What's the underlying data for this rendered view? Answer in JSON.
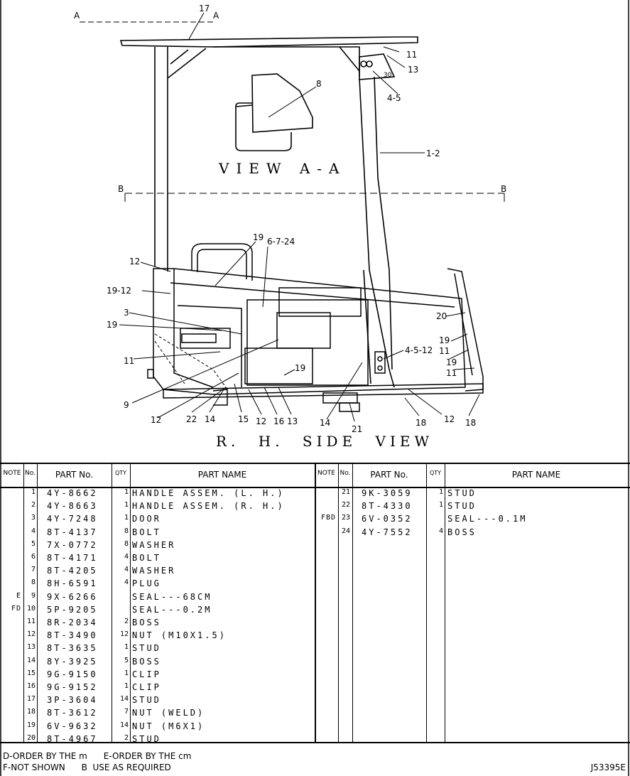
{
  "drawing": {
    "view_aa_label": "VIEW A-A",
    "section_a_left": "A",
    "section_a_right": "A",
    "section_b_left": "B",
    "section_b_right": "B",
    "rh_view_label": "R. H.  SIDE  VIEW",
    "callouts": [
      "17",
      "11",
      "13",
      "30",
      "4-5",
      "8",
      "1-2",
      "19",
      "6-7-24",
      "12",
      "19-12",
      "3",
      "19",
      "11",
      "9",
      "12",
      "22",
      "14",
      "15",
      "12",
      "16",
      "13",
      "19",
      "14",
      "21",
      "18",
      "12",
      "18",
      "4-5-12",
      "20",
      "19",
      "11",
      "19",
      "11"
    ]
  },
  "table": {
    "headers": {
      "note": "NOTE",
      "no": "No.",
      "part_no": "PART No.",
      "qty": "QTY",
      "part_name": "PART NAME"
    },
    "left_rows": [
      {
        "note": "",
        "no": "1",
        "part_no": "4Y-8662",
        "qty": "1",
        "name": "HANDLE ASSEM. (L. H.)"
      },
      {
        "note": "",
        "no": "2",
        "part_no": "4Y-8663",
        "qty": "1",
        "name": "HANDLE ASSEM. (R. H.)"
      },
      {
        "note": "",
        "no": "3",
        "part_no": "4Y-7248",
        "qty": "1",
        "name": "DOOR"
      },
      {
        "note": "",
        "no": "4",
        "part_no": "8T-4137",
        "qty": "8",
        "name": "BOLT"
      },
      {
        "note": "",
        "no": "5",
        "part_no": "7X-0772",
        "qty": "8",
        "name": "WASHER"
      },
      {
        "note": "",
        "no": "6",
        "part_no": "8T-4171",
        "qty": "4",
        "name": "BOLT"
      },
      {
        "note": "",
        "no": "7",
        "part_no": "8T-4205",
        "qty": "4",
        "name": "WASHER"
      },
      {
        "note": "",
        "no": "8",
        "part_no": "8H-6591",
        "qty": "4",
        "name": "PLUG"
      },
      {
        "note": "E",
        "no": "9",
        "part_no": "9X-6266",
        "qty": "",
        "name": "SEAL---68CM"
      },
      {
        "note": "FD",
        "no": "10",
        "part_no": "5P-9205",
        "qty": "",
        "name": "SEAL---0.2M"
      },
      {
        "note": "",
        "no": "11",
        "part_no": "8R-2034",
        "qty": "2",
        "name": "BOSS"
      },
      {
        "note": "",
        "no": "12",
        "part_no": "8T-3490",
        "qty": "12",
        "name": "NUT (M10X1.5)"
      },
      {
        "note": "",
        "no": "13",
        "part_no": "8T-3635",
        "qty": "1",
        "name": "STUD"
      },
      {
        "note": "",
        "no": "14",
        "part_no": "8Y-3925",
        "qty": "5",
        "name": "BOSS"
      },
      {
        "note": "",
        "no": "15",
        "part_no": "9G-9150",
        "qty": "1",
        "name": "CLIP"
      },
      {
        "note": "",
        "no": "16",
        "part_no": "9G-9152",
        "qty": "1",
        "name": "CLIP"
      },
      {
        "note": "",
        "no": "17",
        "part_no": "3P-3604",
        "qty": "14",
        "name": "STUD"
      },
      {
        "note": "",
        "no": "18",
        "part_no": "8T-3612",
        "qty": "7",
        "name": "NUT (WELD)"
      },
      {
        "note": "",
        "no": "19",
        "part_no": "6V-9632",
        "qty": "14",
        "name": "NUT (M6X1)"
      },
      {
        "note": "",
        "no": "20",
        "part_no": "8T-4967",
        "qty": "2",
        "name": "STUD"
      }
    ],
    "right_rows": [
      {
        "note": "",
        "no": "21",
        "part_no": "9K-3059",
        "qty": "1",
        "name": "STUD"
      },
      {
        "note": "",
        "no": "22",
        "part_no": "8T-4330",
        "qty": "1",
        "name": "STUD"
      },
      {
        "note": "FBD",
        "no": "23",
        "part_no": "6V-0352",
        "qty": "",
        "name": "SEAL---0.1M"
      },
      {
        "note": "",
        "no": "24",
        "part_no": "4Y-7552",
        "qty": "4",
        "name": "BOSS"
      }
    ]
  },
  "footer": {
    "line1": "D-ORDER BY THE m      E-ORDER BY THE cm",
    "line2": "F-NOT SHOWN      B  USE AS REQUIRED",
    "code": "J53395E"
  }
}
